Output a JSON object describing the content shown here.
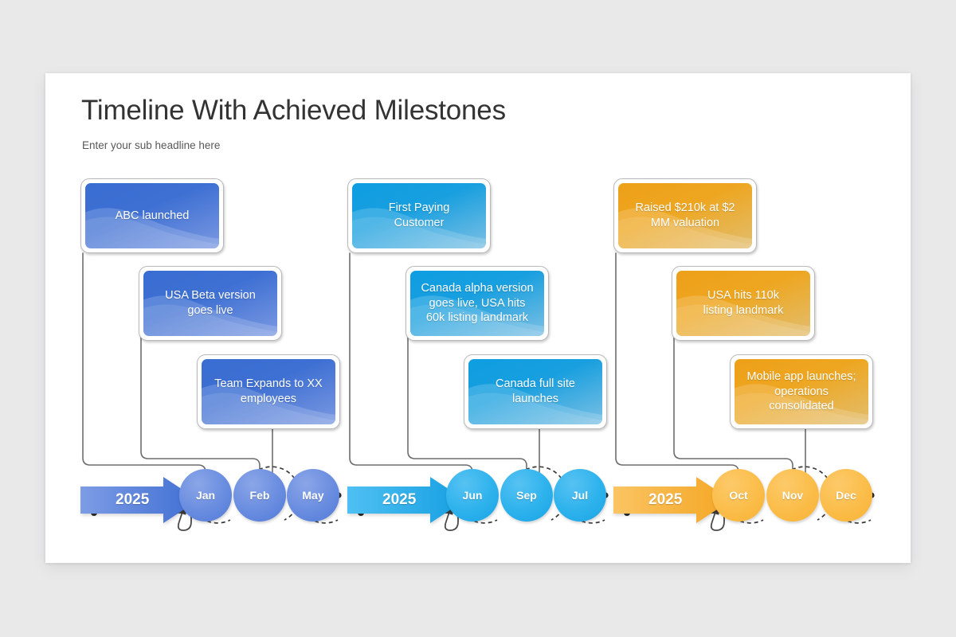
{
  "slide": {
    "title": "Timeline With Achieved Milestones",
    "subtitle": "Enter your sub headline here",
    "background_color": "#e9e9ea",
    "panel_color": "#ffffff"
  },
  "groups": [
    {
      "id": "group-blue",
      "accent_color": "#3a6dd2",
      "node_color": "#6b8ee0",
      "year_label": "2025",
      "cards": [
        {
          "text": "ABC launched"
        },
        {
          "text": "USA Beta version\ngoes live"
        },
        {
          "text": "Team Expands to XX\nemployees"
        }
      ],
      "nodes": [
        {
          "label": "Jan"
        },
        {
          "label": "Feb"
        },
        {
          "label": "May"
        }
      ]
    },
    {
      "id": "group-cyan",
      "accent_color": "#0e9ee2",
      "node_color": "#2fb3ed",
      "year_label": "2025",
      "cards": [
        {
          "text": "First Paying\nCustomer"
        },
        {
          "text": "Canada alpha version\ngoes live, USA hits\n60k listing landmark"
        },
        {
          "text": "Canada full site\nlaunches"
        }
      ],
      "nodes": [
        {
          "label": "Jun"
        },
        {
          "label": "Sep"
        },
        {
          "label": "Jul"
        }
      ]
    },
    {
      "id": "group-orange",
      "accent_color": "#eda01a",
      "node_color": "#fbbe4b",
      "year_label": "2025",
      "cards": [
        {
          "text": "Raised $210k at $2\nMM valuation"
        },
        {
          "text": "USA hits 110k\nlisting landmark"
        },
        {
          "text": "Mobile app launches;\noperations\nconsolidated"
        }
      ],
      "nodes": [
        {
          "label": "Oct"
        },
        {
          "label": "Nov"
        },
        {
          "label": "Dec"
        }
      ]
    }
  ]
}
